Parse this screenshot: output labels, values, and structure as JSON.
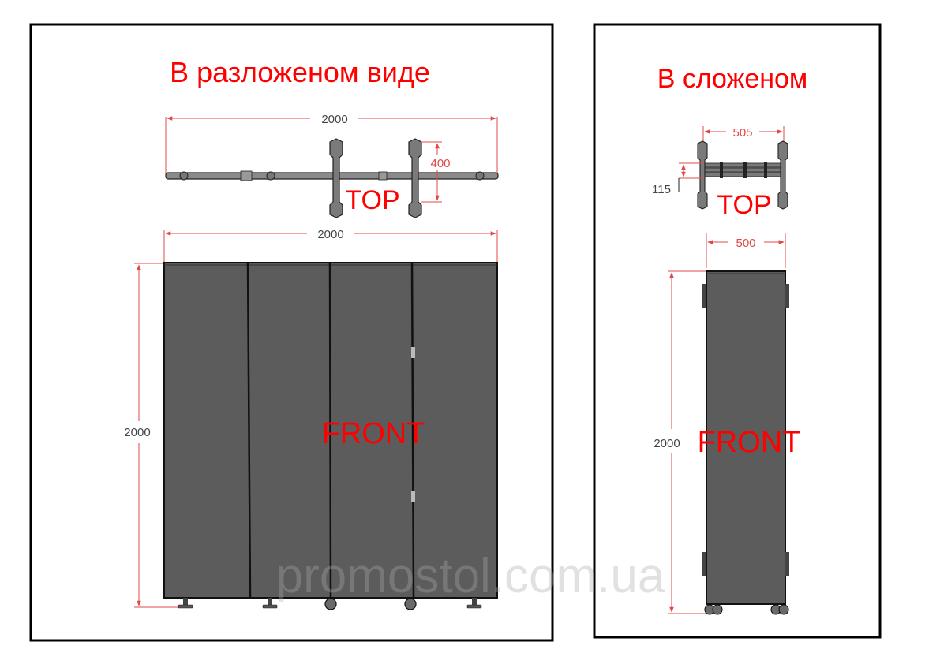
{
  "unfolded": {
    "title": "В разложеном виде",
    "top_width": "2000",
    "top_depth": "400",
    "top_label": "TOP",
    "front_width": "2000",
    "front_height": "2000",
    "front_label": "FRONT"
  },
  "folded": {
    "title": "В сложеном",
    "top_width": "505",
    "top_depth": "115",
    "top_label": "TOP",
    "front_width": "500",
    "front_height": "2000",
    "front_label": "FRONT"
  },
  "watermark": "promostol.com.ua",
  "colors": {
    "dimension": "#e04848",
    "title": "#ff0000",
    "panel": "#5c5c5c",
    "frame": "#000000"
  }
}
